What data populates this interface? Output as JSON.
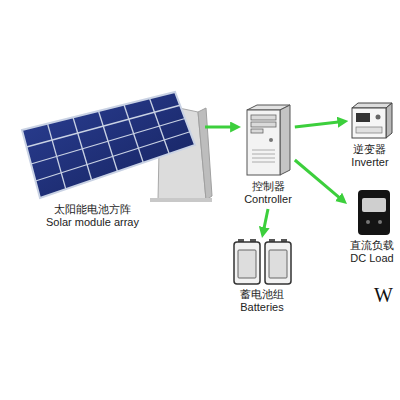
{
  "diagram": {
    "nodes": [
      {
        "text": [
          "太阳能电池方阵",
          "Solar module array"
        ]
      },
      {
        "text": [
          "控制器",
          "Controller"
        ]
      },
      {
        "text": [
          "逆变器",
          "Inverter"
        ]
      },
      {
        "text": [
          "直流负载",
          "DC Load"
        ]
      },
      {
        "text": [
          "蓄电池组",
          "Batteries"
        ]
      }
    ],
    "edges": [
      {
        "from": 0,
        "to": 1,
        "arrow": "to"
      },
      {
        "from": 1,
        "to": 2,
        "arrow": "to"
      },
      {
        "from": 1,
        "to": 3,
        "arrow": "to"
      },
      {
        "from": 1,
        "to": 4,
        "arrow": "to"
      }
    ],
    "labels": [
      "W"
    ]
  }
}
